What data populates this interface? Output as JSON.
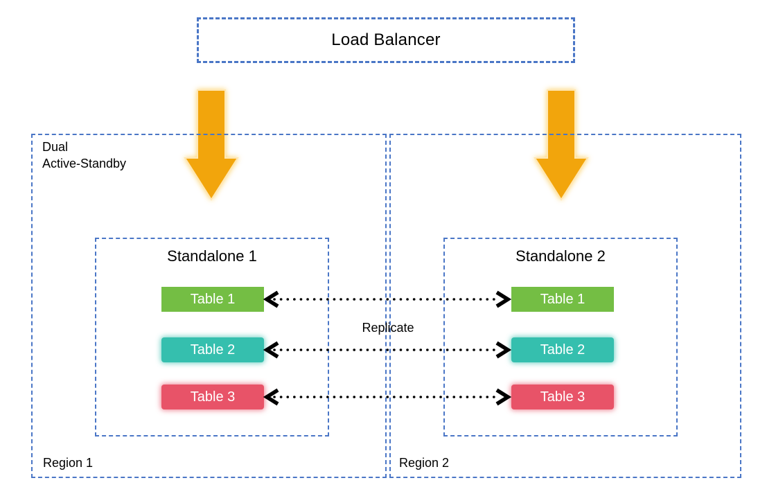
{
  "diagram": {
    "load_balancer_label": "Load Balancer",
    "mode_label_line1": "Dual",
    "mode_label_line2": "Active-Standby",
    "replicate_label": "Replicate",
    "regions": [
      {
        "name": "Region 1",
        "standalone": "Standalone 1",
        "tables": [
          "Table 1",
          "Table 2",
          "Table 3"
        ]
      },
      {
        "name": "Region 2",
        "standalone": "Standalone 2",
        "tables": [
          "Table 1",
          "Table 2",
          "Table 3"
        ]
      }
    ],
    "colors": {
      "dashed_border_blue": "#4A76C6",
      "table1_green": "#74BE44",
      "table2_teal": "#35BFAE",
      "table3_red": "#E85368",
      "flow_arrow_gold": "#F2A50C",
      "replication_arrow_black": "#000000",
      "table_text_white": "#FFFFFF"
    }
  }
}
